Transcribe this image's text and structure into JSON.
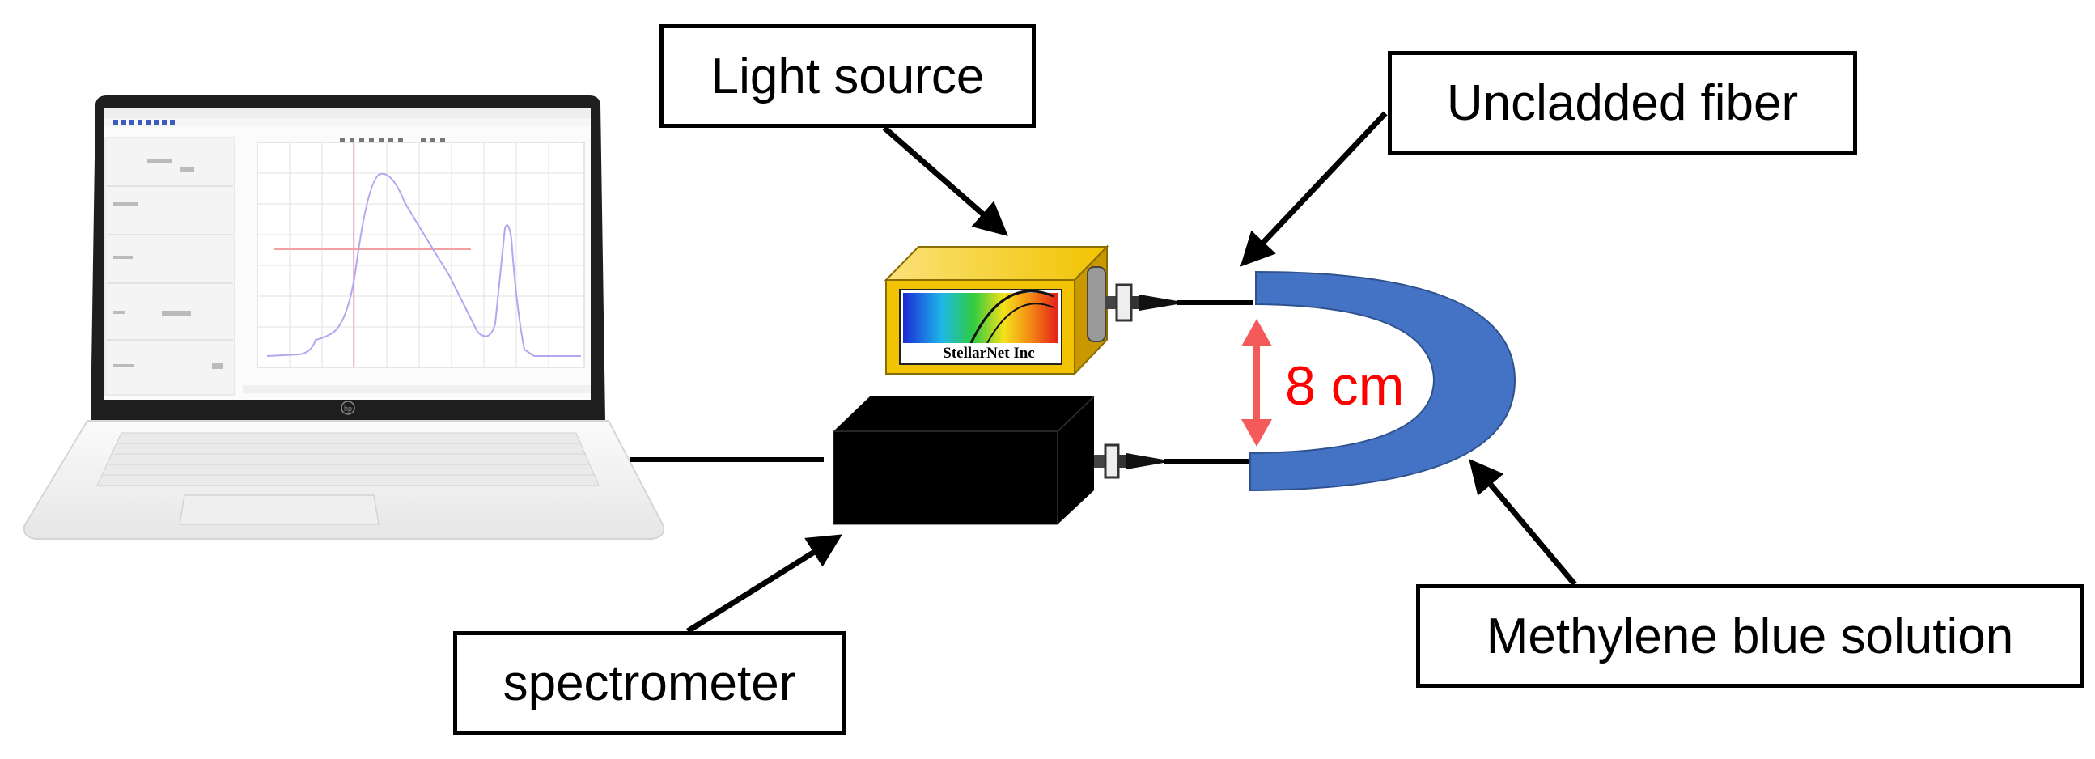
{
  "labels": {
    "light_source": "Light source",
    "uncladded_fiber": "Uncladded fiber",
    "spectrometer": "spectrometer",
    "methylene_blue": "Methylene blue solution",
    "distance": "8 cm"
  },
  "light_source_brand": "StellarNet Inc",
  "laptop_brand": "hp",
  "colors": {
    "fiber_loop": "#4472c4",
    "distance_arrow": "#f55a5a",
    "distance_text": "#ff0000",
    "light_source_body": "#f2c300",
    "spectrometer_body": "#000000",
    "laptop_body": "#f4f4f4",
    "plot_trace": "#b0a8f0",
    "plot_reference": "#f4a0a0"
  },
  "icons": [
    "laptop-icon",
    "light-source-device-icon",
    "spectrometer-device-icon",
    "fiber-connector-icon"
  ]
}
